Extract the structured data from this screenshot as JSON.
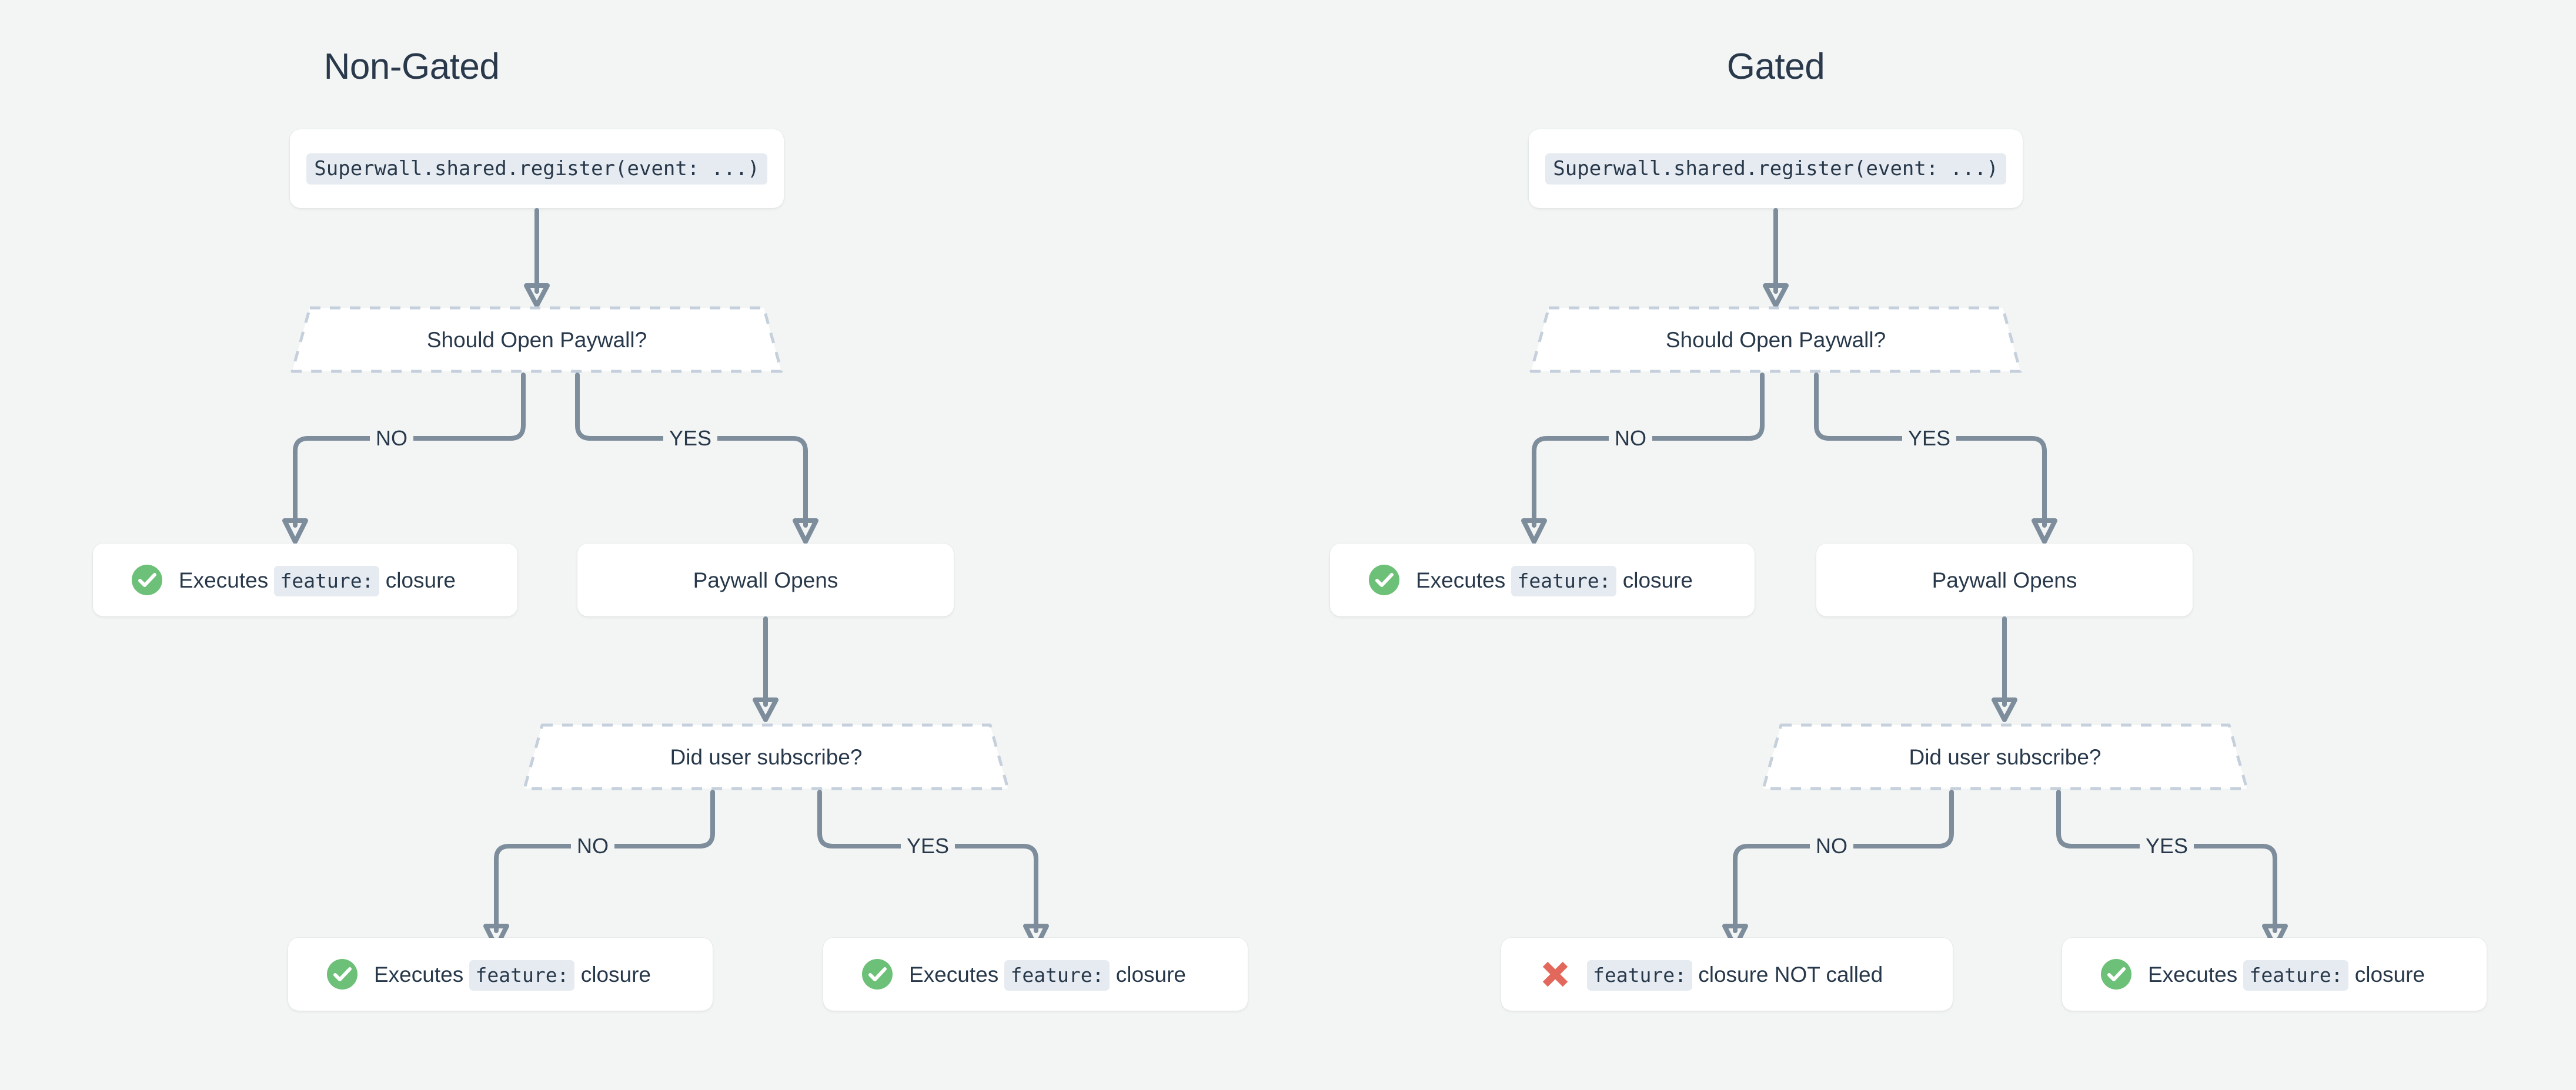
{
  "background_color": "#f3f5f4",
  "accent_colors": {
    "connector": "#7d8d9c",
    "decision_border": "#c5d0dc",
    "success_green": "#6cc077",
    "error_red": "#e2685c",
    "code_chip_bg": "#e6ebf1",
    "text": "#27384a"
  },
  "columns": [
    {
      "title": "Non-Gated",
      "nodes": {
        "register": {
          "code": "Superwall.shared.register(event: ...)"
        },
        "decision1": {
          "label": "Should Open Paywall?"
        },
        "no_branch": {
          "prefix": "Executes",
          "code": "feature:",
          "suffix": "closure",
          "icon": "check-circle-icon"
        },
        "yes_branch": {
          "label": "Paywall Opens"
        },
        "decision2": {
          "label": "Did user subscribe?"
        },
        "sub_no": {
          "prefix": "Executes",
          "code": "feature:",
          "suffix": "closure",
          "icon": "check-circle-icon"
        },
        "sub_yes": {
          "prefix": "Executes",
          "code": "feature:",
          "suffix": "closure",
          "icon": "check-circle-icon"
        }
      },
      "edges": {
        "no": "NO",
        "yes": "YES",
        "sub_no": "NO",
        "sub_yes": "YES"
      }
    },
    {
      "title": "Gated",
      "nodes": {
        "register": {
          "code": "Superwall.shared.register(event: ...)"
        },
        "decision1": {
          "label": "Should Open Paywall?"
        },
        "no_branch": {
          "prefix": "Executes",
          "code": "feature:",
          "suffix": "closure",
          "icon": "check-circle-icon"
        },
        "yes_branch": {
          "label": "Paywall Opens"
        },
        "decision2": {
          "label": "Did user subscribe?"
        },
        "sub_no": {
          "prefix": "",
          "code": "feature:",
          "suffix": "closure NOT called",
          "icon": "cross-icon"
        },
        "sub_yes": {
          "prefix": "Executes",
          "code": "feature:",
          "suffix": "closure",
          "icon": "check-circle-icon"
        }
      },
      "edges": {
        "no": "NO",
        "yes": "YES",
        "sub_no": "NO",
        "sub_yes": "YES"
      }
    }
  ]
}
